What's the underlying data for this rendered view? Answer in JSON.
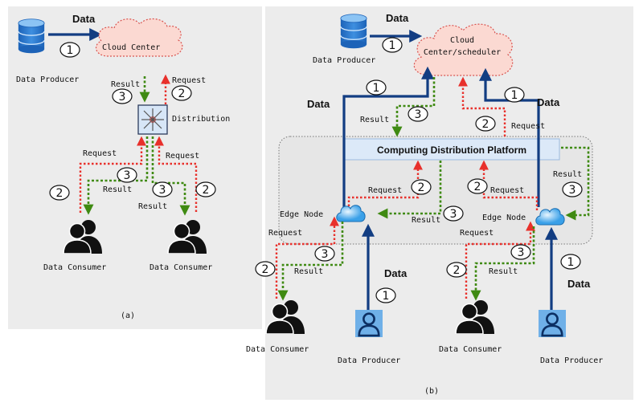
{
  "panel_a": {
    "data_label": "Data",
    "data_producer": "Data Producer",
    "cloud_center": "Cloud Center",
    "distribution": "Distribution",
    "result": "Result",
    "request": "Request",
    "consumer": "Data Consumer",
    "caption": "(a)"
  },
  "panel_b": {
    "data_label": "Data",
    "data_producer": "Data Producer",
    "cloud_line1": "Cloud",
    "cloud_line2": "Center/scheduler",
    "platform": "Computing Distribution Platform",
    "edge_node": "Edge Node",
    "result": "Result",
    "request": "Request",
    "consumer": "Data Consumer",
    "caption": "(b)"
  },
  "steps": {
    "one": "1",
    "two": "2",
    "three": "3"
  },
  "colors": {
    "request": "#e8302b",
    "result": "#3f8a12",
    "data": "#123d82",
    "cloud_fill": "#fbd9d2",
    "cloud_stroke": "#d9534f",
    "platform_fill": "#dce9f8",
    "edge_region": "#e6e6e6",
    "outer_background": "#ececec"
  },
  "icons": {
    "database": "database-icon",
    "cloud": "cloud-icon",
    "edge_cloud": "edge-cloud-icon",
    "distribution_hub": "distribution-hub-icon",
    "consumers": "people-icon",
    "producer": "user-icon"
  }
}
